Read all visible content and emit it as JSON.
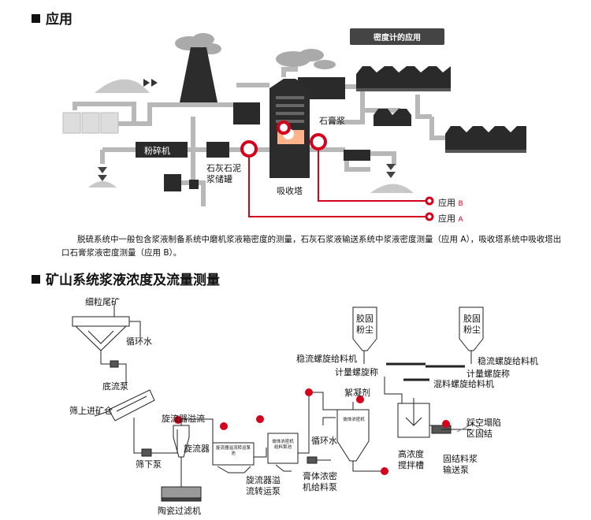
{
  "section1": {
    "title": "应用",
    "tag": "密度计的应用",
    "crusher": "粉碎机",
    "gypsum": "石膏浆",
    "lime_tank": "石灰石泥\n浆储罐",
    "absorber": "吸收塔",
    "app_b": {
      "label": "应用",
      "code": "B"
    },
    "app_a": {
      "label": "应用",
      "code": "A"
    },
    "description": "脱硫系统中一般包含浆液制备系统中磨机浆液箱密度的测量，石灰石浆液输送系统中浆液密度测量（应用 A），吸收塔系统中吸收塔出口石膏浆液密度测量（应用 B）。"
  },
  "section2": {
    "title": "矿山系统浆液浓度及流量测量",
    "fine_tailings": "细粒尾矿",
    "circ_water_1": "循环水",
    "bottom_pump": "底流泵",
    "screen_to_ore": "筛上进矿仓",
    "cyclone_overflow": "旋流器溢流",
    "cyclone": "旋流器",
    "screen_pump": "筛下泵",
    "ceramic_filter": "陶瓷过滤机",
    "box1": "旋流器溢流转运泵池",
    "box2": "膏体浓密机给料泵池",
    "overflow_pump": "旋流器溢\n流转运泵",
    "flocculant": "絮凝剂",
    "circ_water_2": "循环水",
    "thickener_label": "膏体浓密机",
    "thickener_feed_pump": "膏体浓密\n机给料泵",
    "cement_1": "胶固\n粉尘",
    "cement_2": "胶固\n粉尘",
    "screw_feeder_1": "稳流螺旋给料机",
    "screw_feeder_2": "稳流螺旋给料机",
    "meter_screw_1": "计量螺旋称",
    "meter_screw_2": "计量螺旋称",
    "mix_screw": "混料螺旋给料机",
    "high_conc_tank": "高浓度\n搅拌槽",
    "backfill": "踩空塌陷\n区固结",
    "paste_pump": "固结料浆\n输送泵"
  }
}
